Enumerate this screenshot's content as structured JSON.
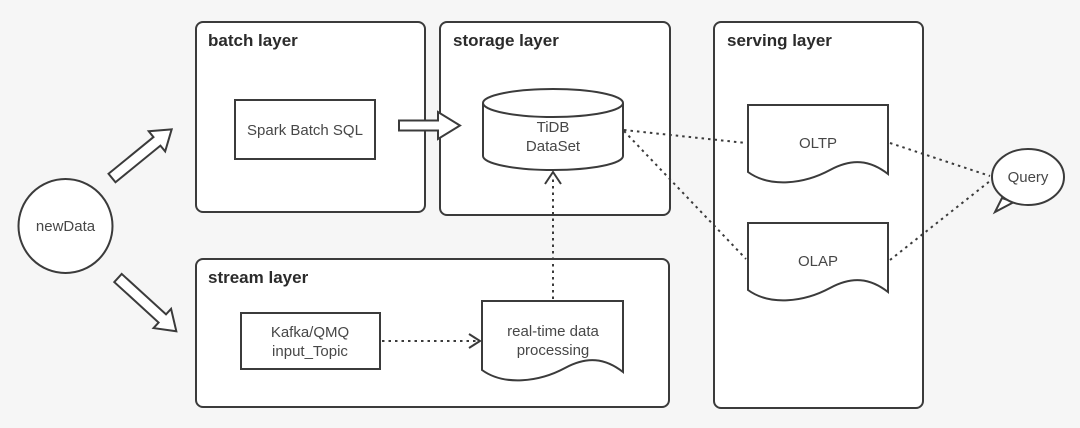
{
  "diagram": {
    "colors": {
      "background": "#f6f6f6",
      "stroke": "#3b3b3b",
      "node_fill": "#ffffff",
      "text": "#474747",
      "title_text": "#2b2b2b"
    },
    "layers": {
      "batch": {
        "title": "batch layer"
      },
      "storage": {
        "title": "storage layer"
      },
      "serving": {
        "title": "serving layer"
      },
      "stream": {
        "title": "stream layer"
      }
    },
    "nodes": {
      "new_data": {
        "label": "newData",
        "shape": "circle"
      },
      "spark": {
        "label": "Spark Batch SQL",
        "shape": "rectangle"
      },
      "tidb": {
        "label_line1": "TiDB",
        "label_line2": "DataSet",
        "shape": "cylinder"
      },
      "oltp": {
        "label": "OLTP",
        "shape": "document"
      },
      "olap": {
        "label": "OLAP",
        "shape": "document"
      },
      "query": {
        "label": "Query",
        "shape": "speech-bubble"
      },
      "kafka": {
        "label_line1": "Kafka/QMQ",
        "label_line2": "input_Topic",
        "shape": "rectangle"
      },
      "realtime": {
        "label_line1": "real-time data",
        "label_line2": "processing",
        "shape": "document"
      }
    },
    "connections": [
      {
        "from": "newData",
        "to": "batch layer",
        "style": "block-arrow"
      },
      {
        "from": "newData",
        "to": "stream layer",
        "style": "block-arrow"
      },
      {
        "from": "Spark Batch SQL",
        "to": "TiDB DataSet",
        "style": "block-arrow"
      },
      {
        "from": "Kafka/QMQ input_Topic",
        "to": "real-time data processing",
        "style": "dotted-arrow"
      },
      {
        "from": "real-time data processing",
        "to": "TiDB DataSet",
        "style": "dotted-arrow"
      },
      {
        "from": "TiDB DataSet",
        "to": "OLTP",
        "style": "dotted-line"
      },
      {
        "from": "TiDB DataSet",
        "to": "OLAP",
        "style": "dotted-line"
      },
      {
        "from": "OLTP",
        "to": "Query",
        "style": "dotted-line"
      },
      {
        "from": "OLAP",
        "to": "Query",
        "style": "dotted-line"
      }
    ]
  }
}
